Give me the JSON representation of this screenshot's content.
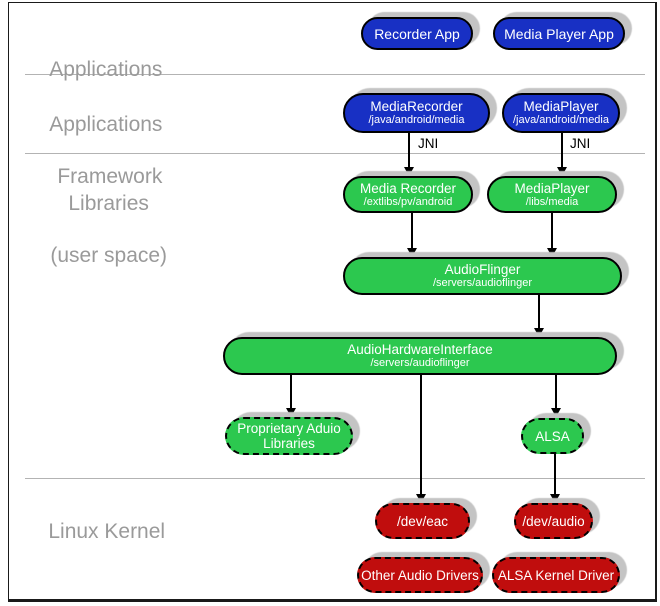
{
  "colors": {
    "app_blue": "#1830c4",
    "lib_green": "#2cc84f",
    "kernel_red": "#c00d0d",
    "label_gray": "#9a9a9a",
    "shadow_gray": "#c4c4c4",
    "divider_gray": "#b3b3b3"
  },
  "layer_labels": {
    "applications": "Applications",
    "framework_line1": "Applications",
    "framework_line2": "Framework",
    "libraries_line1": "Libraries",
    "libraries_line2": "(user space)",
    "kernel": "Linux Kernel"
  },
  "edge_labels": {
    "jni_left": "JNI",
    "jni_right": "JNI"
  },
  "nodes": {
    "recorder_app": {
      "title": "Recorder App"
    },
    "media_player_app": {
      "title": "Media Player App"
    },
    "media_recorder_fw": {
      "title": "MediaRecorder",
      "subtitle": "/java/android/media"
    },
    "media_player_fw": {
      "title": "MediaPlayer",
      "subtitle": "/java/android/media"
    },
    "media_recorder_lib": {
      "title": "Media Recorder",
      "subtitle": "/extlibs/pv/android"
    },
    "media_player_lib": {
      "title": "MediaPlayer",
      "subtitle": "/libs/media"
    },
    "audio_flinger": {
      "title": "AudioFlinger",
      "subtitle": "/servers/audioflinger"
    },
    "audio_hw_interface": {
      "title": "AudioHardwareInterface",
      "subtitle": "/servers/audioflinger"
    },
    "proprietary_audio_libs": {
      "title": "Proprietary Aduio",
      "title2": "Libraries"
    },
    "alsa": {
      "title": "ALSA"
    },
    "dev_eac": {
      "title": "/dev/eac"
    },
    "dev_audio": {
      "title": "/dev/audio"
    },
    "other_audio_drivers": {
      "title": "Other Audio Drivers"
    },
    "alsa_kernel_driver": {
      "title": "ALSA Kernel Driver"
    }
  }
}
